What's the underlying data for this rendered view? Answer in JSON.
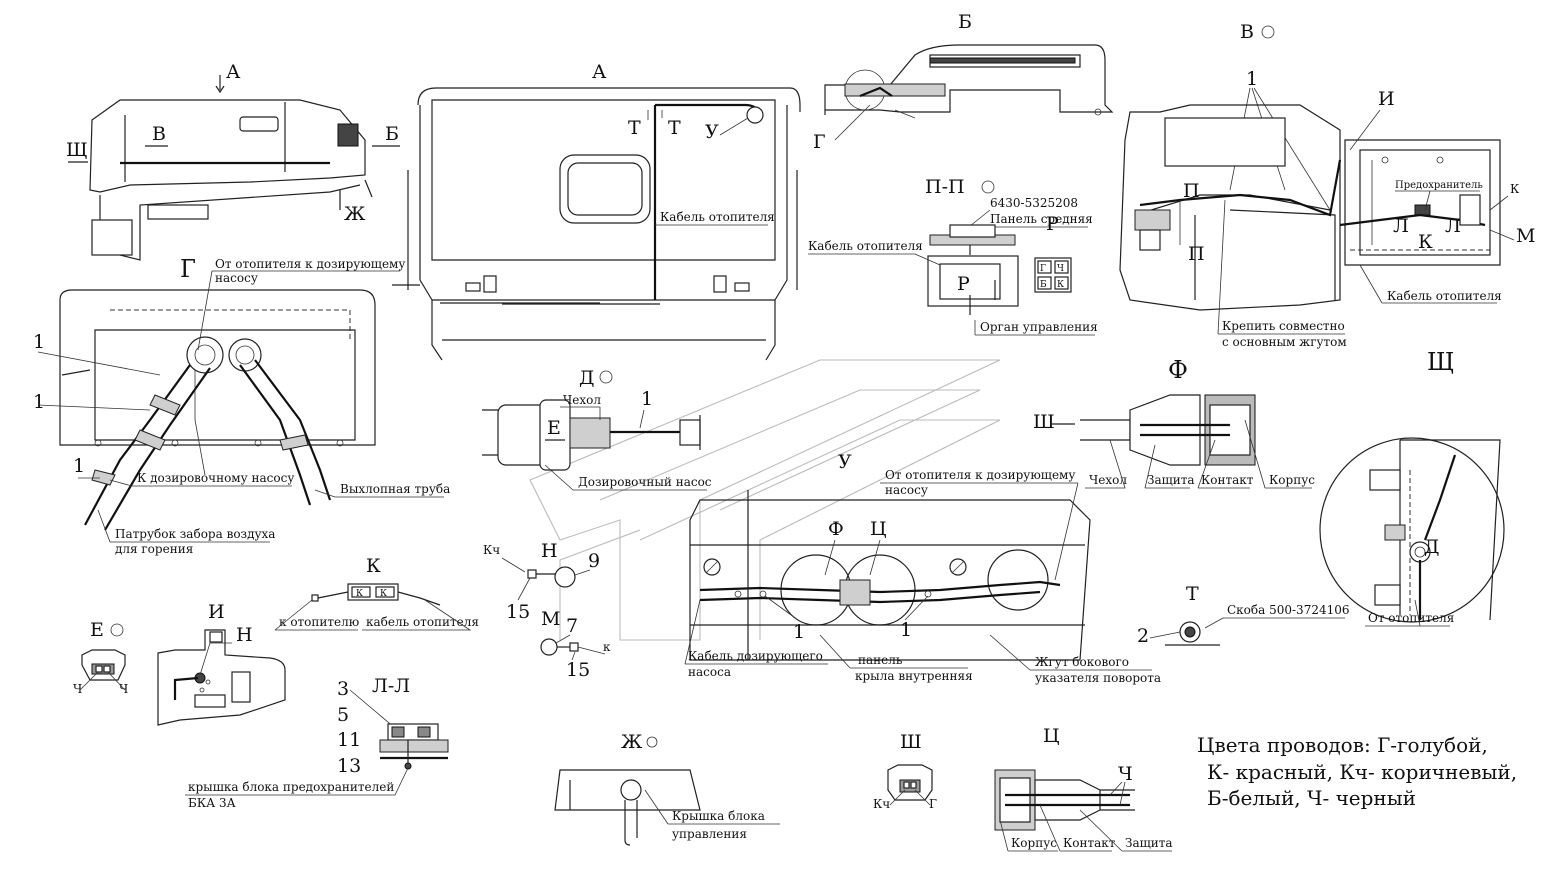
{
  "views": {
    "cab_side_letter": "А",
    "cab_side_arrows": [
      "Щ",
      "В",
      "Б",
      "Ж"
    ],
    "cab_rear_letter": "А",
    "cab_rear_marks": [
      "Т",
      "Т",
      "У"
    ],
    "heater_cable": "Кабель отопителя",
    "view_b_letter": "Б",
    "view_b_g": "Г",
    "view_v": "В",
    "view_v_callout": "1",
    "view_v_labels": [
      "И",
      "П",
      "П",
      "Предохранитель",
      "К",
      "Л",
      "Л",
      "К",
      "М",
      "Кабель отопителя"
    ],
    "view_v_note": [
      "Крепить совместно",
      "с основным жгутом"
    ],
    "section_pp": "П-П",
    "panel_part": "6430-5325208",
    "panel_name": "Панель средняя",
    "pp_cable": "Кабель отопителя",
    "pp_r": "Р",
    "pp_control": "Орган управления",
    "r_letter": "Р",
    "r_pins": [
      "Г",
      "Ч",
      "Б",
      "К"
    ],
    "view_g_letter": "Г",
    "view_g_labels": [
      "От отопителя к дозирующему",
      "насосу",
      "К дозировочному насосу",
      "Выхлопная труба",
      "Патрубок забора воздуха",
      "для горения"
    ],
    "view_g_callouts": [
      "1",
      "1",
      "1"
    ],
    "view_d": "Д",
    "view_d_labels": [
      "Чехол",
      "1",
      "Е",
      "Дозировочный насос"
    ],
    "view_f_letter": "Ф",
    "view_f_labels": [
      "Ш",
      "Чехол",
      "Защита",
      "Контакт",
      "Корпус"
    ],
    "view_shch_letter": "Щ",
    "view_shch_labels": [
      "Д",
      "От отопителя"
    ],
    "view_u_letter": "У",
    "view_u_labels": [
      "От отопителя к дозирующему",
      "насосу",
      "Ф",
      "Ц",
      "1",
      "1",
      "Кабель дозирующего",
      "насоса",
      "панель",
      "крыла внутренняя",
      "Жгут бокового",
      "указателя поворота"
    ],
    "view_t_letter": "Т",
    "view_t_labels": [
      "Скоба 500-3724106",
      "2"
    ],
    "view_k_letter": "К",
    "view_k_labels": [
      "к отопителю",
      "кабель отопителя",
      "К",
      "К"
    ],
    "view_n": [
      "Кч",
      "Н",
      "9",
      "15"
    ],
    "view_m": [
      "М",
      "7",
      "к",
      "15"
    ],
    "view_e_letter": "Е",
    "view_e_pins": [
      "Ч",
      "Ч"
    ],
    "view_i_letter": "И",
    "view_i_h": "Н",
    "view_ll_letter": "Л-Л",
    "view_ll_numbers": [
      "3",
      "5",
      "11",
      "13"
    ],
    "view_ll_labels": [
      "крышка блока предохранителей",
      "БКА 3А"
    ],
    "view_zh_letter": "Ж",
    "view_zh_labels": [
      "Крышка блока",
      "управления"
    ],
    "view_sh_letter": "Ш",
    "view_sh_pins": [
      "Кч",
      "Г"
    ],
    "view_ts_letter": "Ц",
    "view_ts_labels": [
      "Ч",
      "Корпус",
      "Контакт",
      "Защита"
    ],
    "legend": [
      "Цвета  проводов:  Г-голубой,",
      "К- красный, Кч- коричневый,",
      "Б-белый, Ч- черный"
    ]
  }
}
